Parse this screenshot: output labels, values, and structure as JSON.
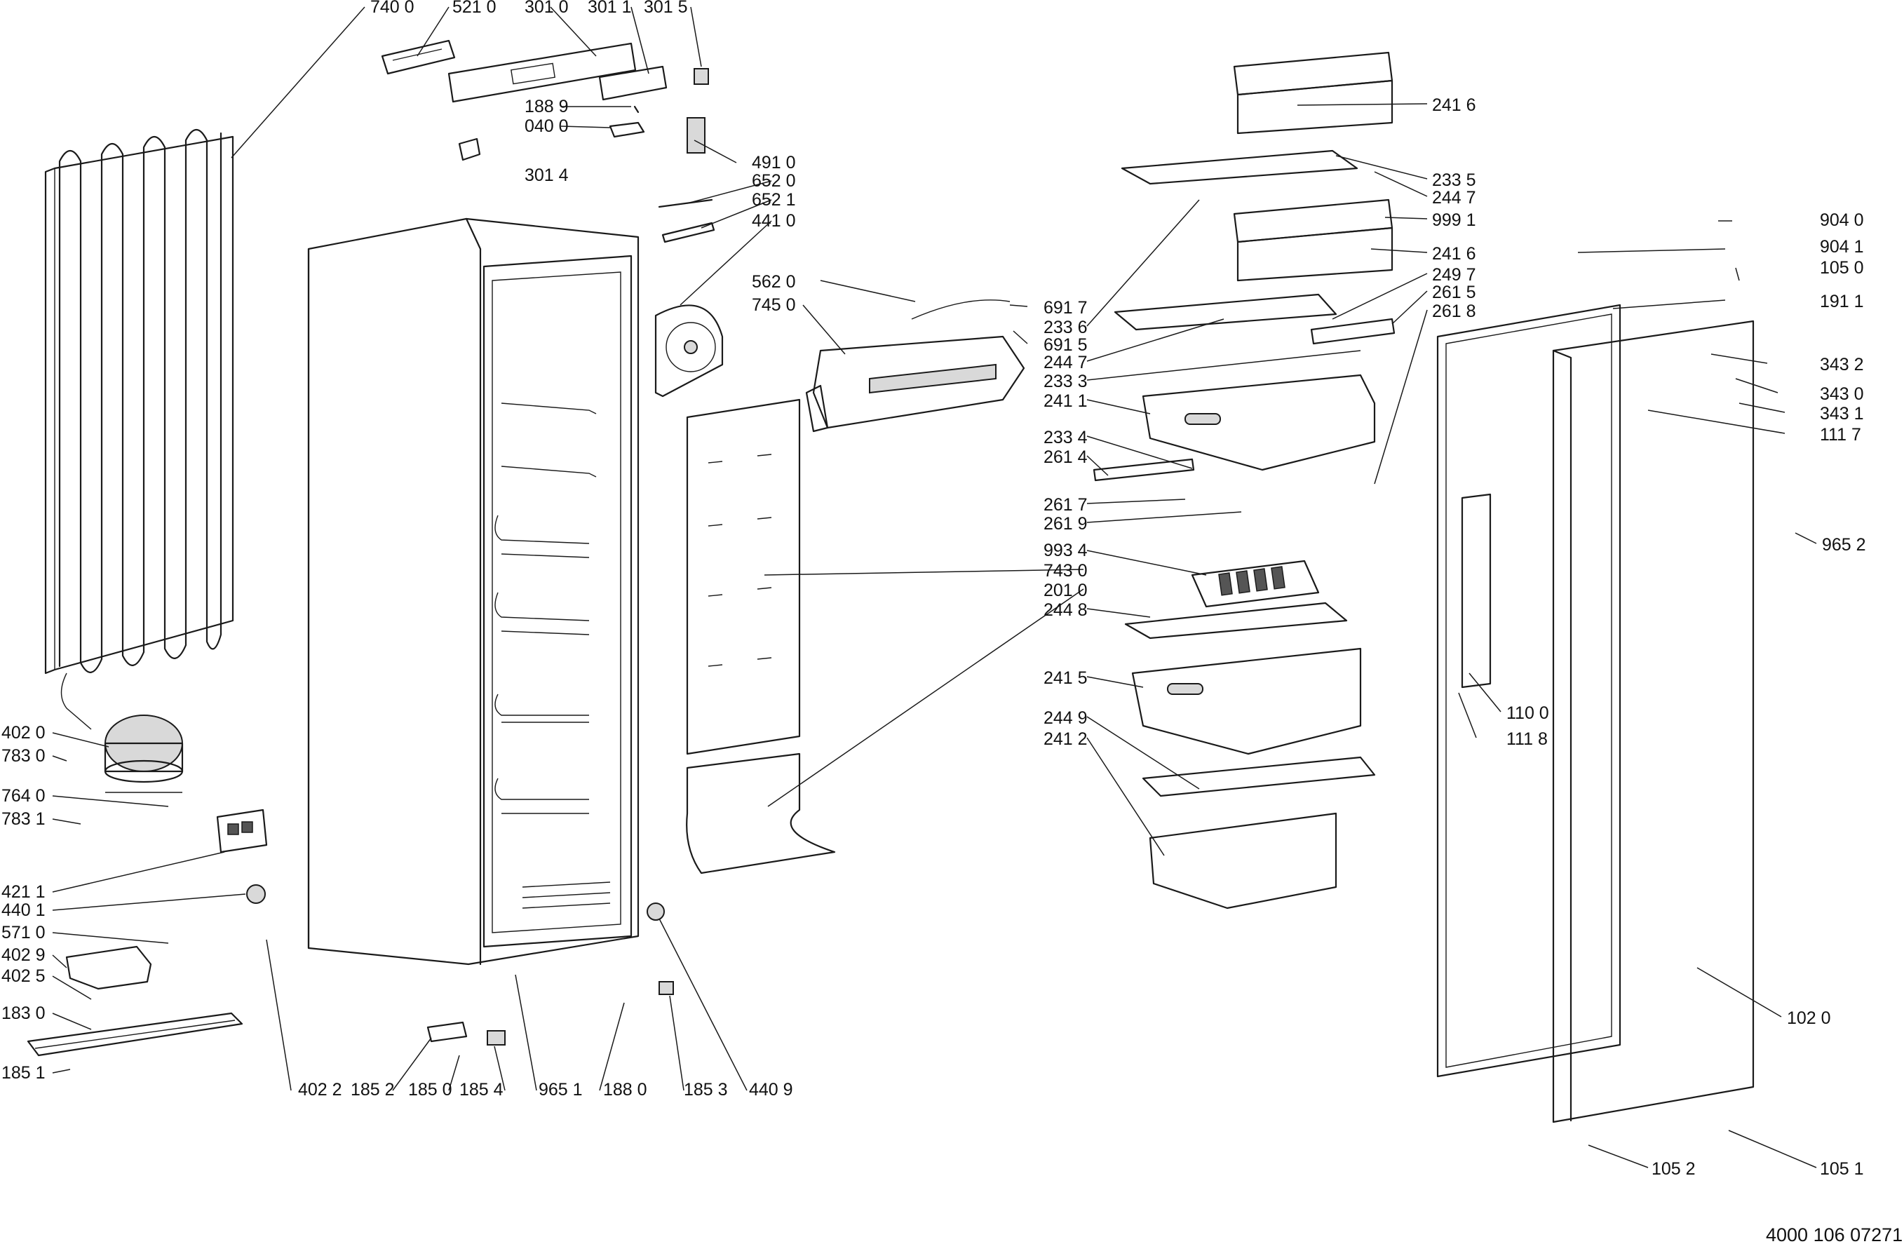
{
  "document_number": "4000 106 07271",
  "callouts": [
    {
      "t": "740 0"
    },
    {
      "t": "521 0"
    },
    {
      "t": "301 0"
    },
    {
      "t": "301 1"
    },
    {
      "t": "301 5"
    },
    {
      "t": "188 9"
    },
    {
      "t": "040 0"
    },
    {
      "t": "301 4"
    },
    {
      "t": "491 0"
    },
    {
      "t": "652 0"
    },
    {
      "t": "652 1"
    },
    {
      "t": "441 0"
    },
    {
      "t": "562 0"
    },
    {
      "t": "745 0"
    },
    {
      "t": "691 7"
    },
    {
      "t": "233 6"
    },
    {
      "t": "691 5"
    },
    {
      "t": "244 7"
    },
    {
      "t": "233 3"
    },
    {
      "t": "241 1"
    },
    {
      "t": "233 4"
    },
    {
      "t": "261 4"
    },
    {
      "t": "261 7"
    },
    {
      "t": "261 9"
    },
    {
      "t": "993 4"
    },
    {
      "t": "743 0"
    },
    {
      "t": "201 0"
    },
    {
      "t": "244 8"
    },
    {
      "t": "241 5"
    },
    {
      "t": "244 9"
    },
    {
      "t": "241 2"
    },
    {
      "t": "241 6"
    },
    {
      "t": "233 5"
    },
    {
      "t": "244 7"
    },
    {
      "t": "999 1"
    },
    {
      "t": "241 6"
    },
    {
      "t": "249 7"
    },
    {
      "t": "261 5"
    },
    {
      "t": "261 8"
    },
    {
      "t": "904 0"
    },
    {
      "t": "904 1"
    },
    {
      "t": "105 0"
    },
    {
      "t": "191 1"
    },
    {
      "t": "343 2"
    },
    {
      "t": "343 0"
    },
    {
      "t": "343 1"
    },
    {
      "t": "111 7"
    },
    {
      "t": "965 2"
    },
    {
      "t": "110 0"
    },
    {
      "t": "111 8"
    },
    {
      "t": "102 0"
    },
    {
      "t": "105 2"
    },
    {
      "t": "105 1"
    },
    {
      "t": "402 0"
    },
    {
      "t": "783 0"
    },
    {
      "t": "764 0"
    },
    {
      "t": "783 1"
    },
    {
      "t": "421 1"
    },
    {
      "t": "440 1"
    },
    {
      "t": "571 0"
    },
    {
      "t": "402 9"
    },
    {
      "t": "402 5"
    },
    {
      "t": "183 0"
    },
    {
      "t": "185 1"
    },
    {
      "t": "402 2"
    },
    {
      "t": "185 2"
    },
    {
      "t": "185 0"
    },
    {
      "t": "185 4"
    },
    {
      "t": "965 1"
    },
    {
      "t": "188 0"
    },
    {
      "t": "185 3"
    },
    {
      "t": "440 9"
    }
  ]
}
